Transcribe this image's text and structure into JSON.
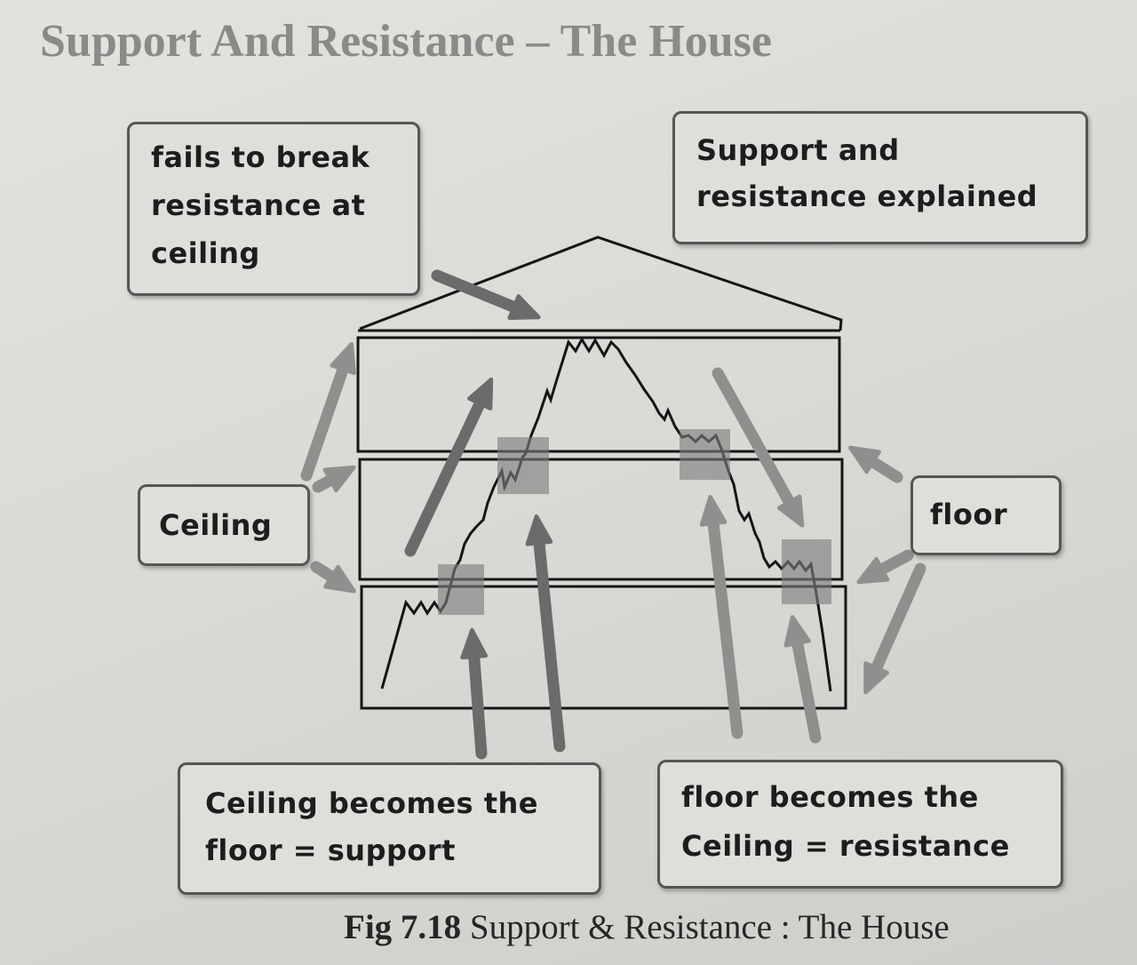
{
  "title": "Support And Resistance – The House",
  "callouts": {
    "fails_to_break": {
      "lines": [
        "fails to break",
        "resistance at",
        "ceiling"
      ]
    },
    "explained": {
      "lines": [
        "Support and",
        "resistance explained"
      ]
    },
    "ceiling": {
      "lines": [
        "Ceiling"
      ]
    },
    "floor": {
      "lines": [
        "floor"
      ]
    },
    "ceiling_becomes_floor": {
      "lines": [
        "Ceiling becomes the",
        "floor = support"
      ]
    },
    "floor_becomes_ceiling": {
      "lines": [
        "floor becomes the",
        "Ceiling = resistance"
      ]
    }
  },
  "caption": {
    "label": "Fig 7.18",
    "text": "Support & Resistance : The House"
  },
  "colors": {
    "paper": "#d9d8d4",
    "ink": "#151515",
    "title": "#8a8a88",
    "arrow_dark": "#6b6b6b",
    "arrow_light": "#8f8f8e",
    "shade": "#7c7c7c",
    "box_border": "#565656",
    "caption": "#262626"
  }
}
